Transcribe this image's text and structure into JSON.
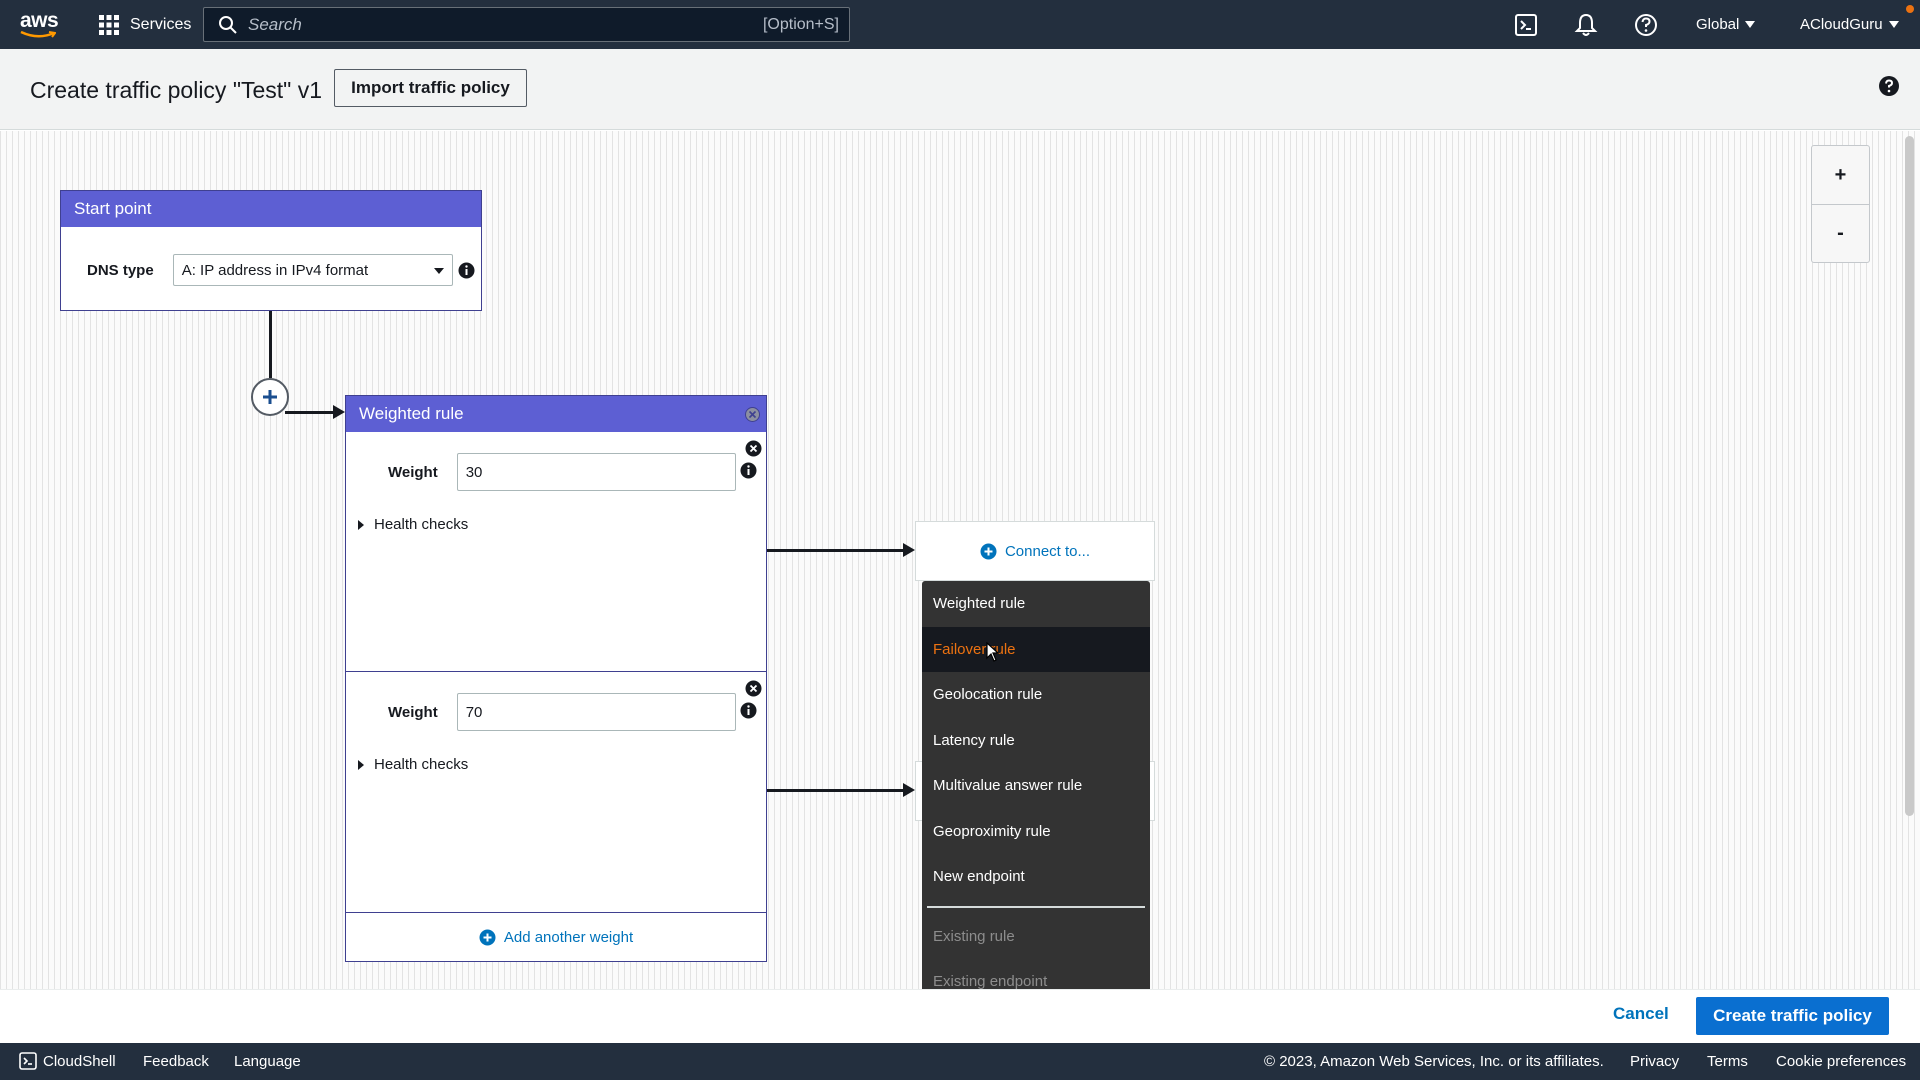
{
  "topnav": {
    "logo_text": "aws",
    "services_label": "Services",
    "search_placeholder": "Search",
    "search_shortcut": "[Option+S]",
    "region": "Global",
    "account": "ACloudGuru",
    "accent_color": "#ec7211"
  },
  "header": {
    "title": "Create traffic policy \"Test\" v1",
    "import_button": "Import traffic policy"
  },
  "zoom": {
    "in": "+",
    "out": "-"
  },
  "start_point": {
    "title": "Start point",
    "dns_label": "DNS type",
    "dns_value": "A: IP address in IPv4 format"
  },
  "weighted_rule": {
    "title": "Weighted rule",
    "weights": [
      {
        "label": "Weight",
        "value": "30",
        "health_checks": "Health checks"
      },
      {
        "label": "Weight",
        "value": "70",
        "health_checks": "Health checks"
      }
    ],
    "add_weight": "Add another weight"
  },
  "connect": {
    "label": "Connect to..."
  },
  "menu": {
    "items": [
      "Weighted rule",
      "Failover rule",
      "Geolocation rule",
      "Latency rule",
      "Multivalue answer rule",
      "Geoproximity rule",
      "New endpoint"
    ],
    "active_item": "Failover rule",
    "disabled_items": [
      "Existing rule",
      "Existing endpoint"
    ]
  },
  "actions": {
    "cancel": "Cancel",
    "create": "Create traffic policy"
  },
  "footer": {
    "cloudshell": "CloudShell",
    "feedback": "Feedback",
    "language": "Language",
    "copyright": "© 2023, Amazon Web Services, Inc. or its affiliates.",
    "privacy": "Privacy",
    "terms": "Terms",
    "cookies": "Cookie preferences"
  }
}
